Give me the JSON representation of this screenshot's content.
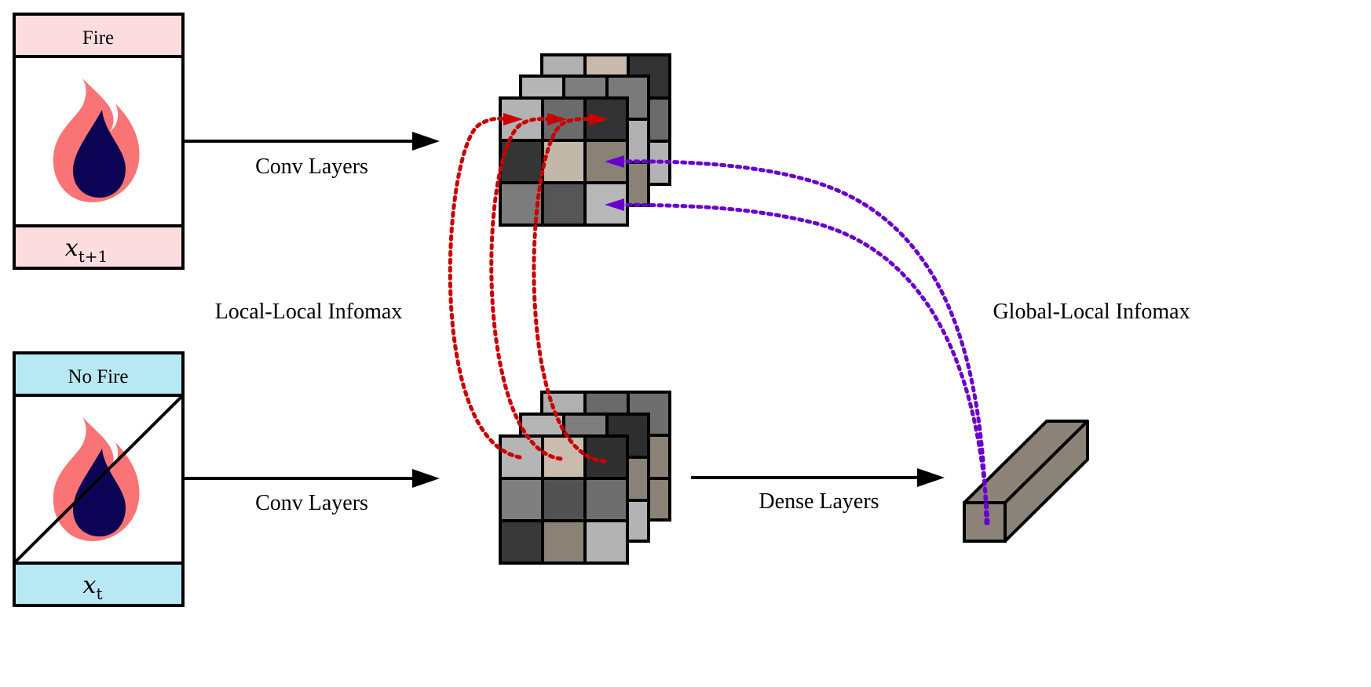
{
  "top_panel": {
    "class_label": "Fire",
    "var_main": "x",
    "var_sub": "t+1",
    "header_color": "#fddcdf"
  },
  "bottom_panel": {
    "class_label": "No Fire",
    "var_main": "x",
    "var_sub": "t",
    "header_color": "#b8e8f4"
  },
  "labels": {
    "conv_top": "Conv Layers",
    "conv_bottom": "Conv Layers",
    "dense": "Dense Layers",
    "local_local": "Local-Local Infomax",
    "global_local": "Global-Local Infomax"
  },
  "colors": {
    "flame_outer": "#fb7475",
    "flame_inner": "#0c0354",
    "local_arrows": "#cc0000",
    "global_arrows": "#6a00cc",
    "global_vector": "#8b8378"
  },
  "feature_map_top": {
    "front_grid": [
      [
        "#b3b3b3",
        "#6b6b6b",
        "#333333"
      ],
      [
        "#353535",
        "#c2b8aa",
        "#8a8276"
      ],
      [
        "#7c7c7c",
        "#565656",
        "#b8b8b8"
      ]
    ]
  },
  "feature_map_bottom": {
    "front_grid": [
      [
        "#b5b5b5",
        "#c9bcae",
        "#303030"
      ],
      [
        "#7f7f7f",
        "#525252",
        "#6e6e6e"
      ],
      [
        "#383838",
        "#8a8276",
        "#b3b3b3"
      ]
    ]
  }
}
